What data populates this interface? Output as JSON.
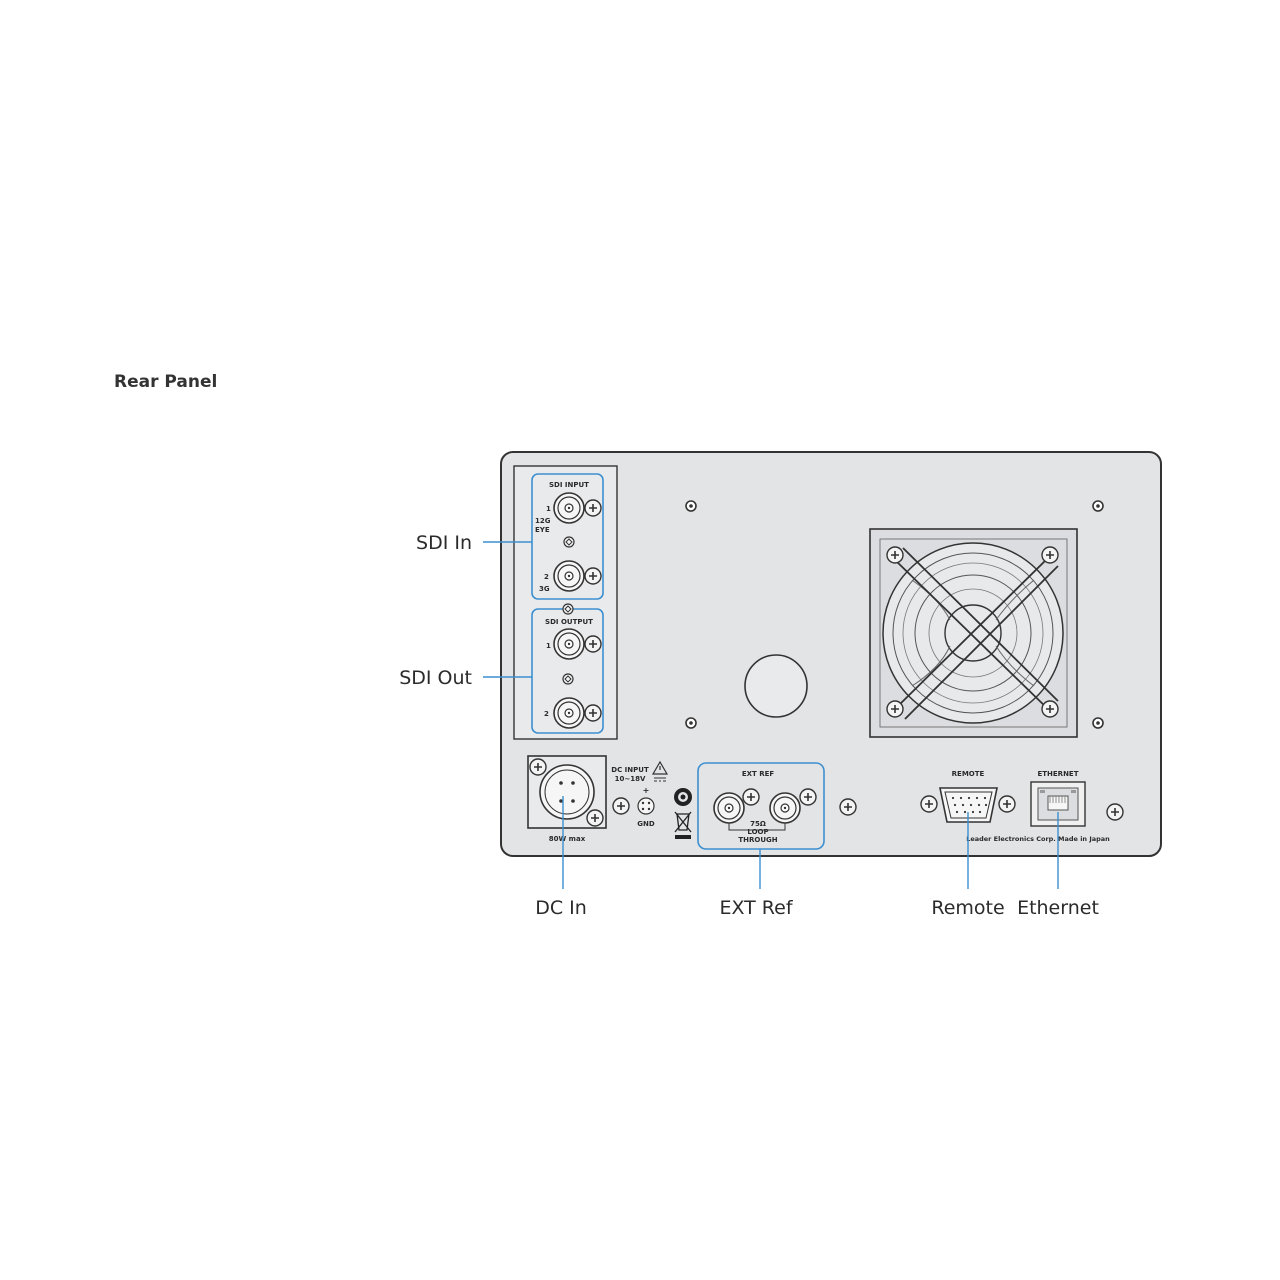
{
  "page_title": "Rear Panel",
  "colors": {
    "panel_fill": "#e3e4e6",
    "panel_stroke": "#333333",
    "callout_line": "#3c8fd0",
    "text": "#2b2b2b"
  },
  "callouts": {
    "sdi_in": "SDI In",
    "sdi_out": "SDI Out",
    "dc_in": "DC In",
    "ext_ref": "EXT Ref",
    "remote": "Remote",
    "ethernet": "Ethernet"
  },
  "panel_labels": {
    "sdi_input": "SDI   INPUT",
    "sdi_input_1": "1",
    "sdi_input_12g": "12G",
    "sdi_input_eye": "EYE",
    "sdi_input_2": "2",
    "sdi_input_3g": "3G",
    "sdi_output": "SDI   OUTPUT",
    "sdi_output_1": "1",
    "sdi_output_2": "2",
    "power_rating": "80W   max",
    "dc_input": "DC INPUT",
    "dc_voltage": "10~18V",
    "plus": "+",
    "gnd": "GND",
    "ext_ref": "EXT   REF",
    "ohm_75": "75Ω",
    "loop": "LOOP",
    "through": "THROUGH",
    "remote": "REMOTE",
    "ethernet": "ETHERNET",
    "maker": "Leader  Electronics  Corp.  Made  in  Japan"
  }
}
